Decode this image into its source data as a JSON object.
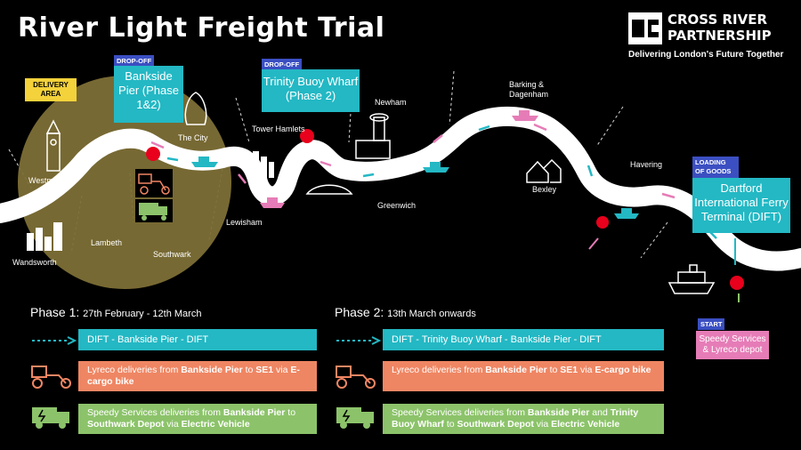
{
  "title": "River Light Freight Trial",
  "logo": {
    "line1": "CROSS RIVER",
    "line2": "PARTNERSHIP",
    "tagline": "Delivering London's Future Together"
  },
  "map": {
    "delivery_area": "DELIVERY AREA",
    "bankside": {
      "tag": "DROP-OFF",
      "label": "Bankside Pier (Phase 1&2)"
    },
    "trinity": {
      "tag": "DROP-OFF",
      "label": "Trinity Buoy Wharf (Phase 2)"
    },
    "dartford": {
      "tag": "LOADING OF GOODS",
      "label": "Dartford International Ferry Terminal (DIFT)"
    },
    "start": {
      "tag": "START",
      "label": "Speedy Services & Lyreco depot"
    },
    "places": {
      "westminster": "Westminster",
      "the_city": "The City",
      "tower_hamlets": "Tower Hamlets",
      "newham": "Newham",
      "barking": "Barking & Dagenham",
      "havering": "Havering",
      "bexley": "Bexley",
      "greenwich": "Greenwich",
      "lewisham": "Lewisham",
      "southwark": "Southwark",
      "lambeth": "Lambeth",
      "wandsworth": "Wandsworth"
    },
    "colors": {
      "river": "#ffffff",
      "delivery_area": "#7d6f36",
      "callout": "#23b8c4",
      "pin": "#e8001c",
      "tag": "#3b4fc2",
      "start": "#e67cb7"
    }
  },
  "phase1": {
    "title": "Phase 1:",
    "dates": "27th February - 12th March",
    "route": "DIFT - Bankside Pier - DIFT",
    "lyreco": {
      "a": "Lyreco deliveries from ",
      "b": "Bankside Pier",
      "c": " to ",
      "d": "SE1",
      "e": " via ",
      "f": "E-cargo bike"
    },
    "speedy": {
      "a": "Speedy Services deliveries from ",
      "b": "Bankside Pier",
      "c": " to ",
      "d": "Southwark Depot",
      "e": " via ",
      "f": "Electric Vehicle"
    }
  },
  "phase2": {
    "title": "Phase 2:",
    "dates": "13th March onwards",
    "route": "DIFT - Trinity Buoy Wharf - Bankside Pier - DIFT",
    "lyreco": {
      "a": "Lyreco deliveries from ",
      "b": "Bankside Pier",
      "c": " to ",
      "d": "SE1",
      "e": " via ",
      "f": "E-cargo bike"
    },
    "speedy": {
      "a": "Speedy Services deliveries from ",
      "b": "Bankside Pier",
      "c": " and ",
      "d": "Trinity Buoy Wharf",
      "e": " to ",
      "f": "Southwark Depot",
      "g": " via ",
      "h": "Electric Vehicle"
    }
  }
}
